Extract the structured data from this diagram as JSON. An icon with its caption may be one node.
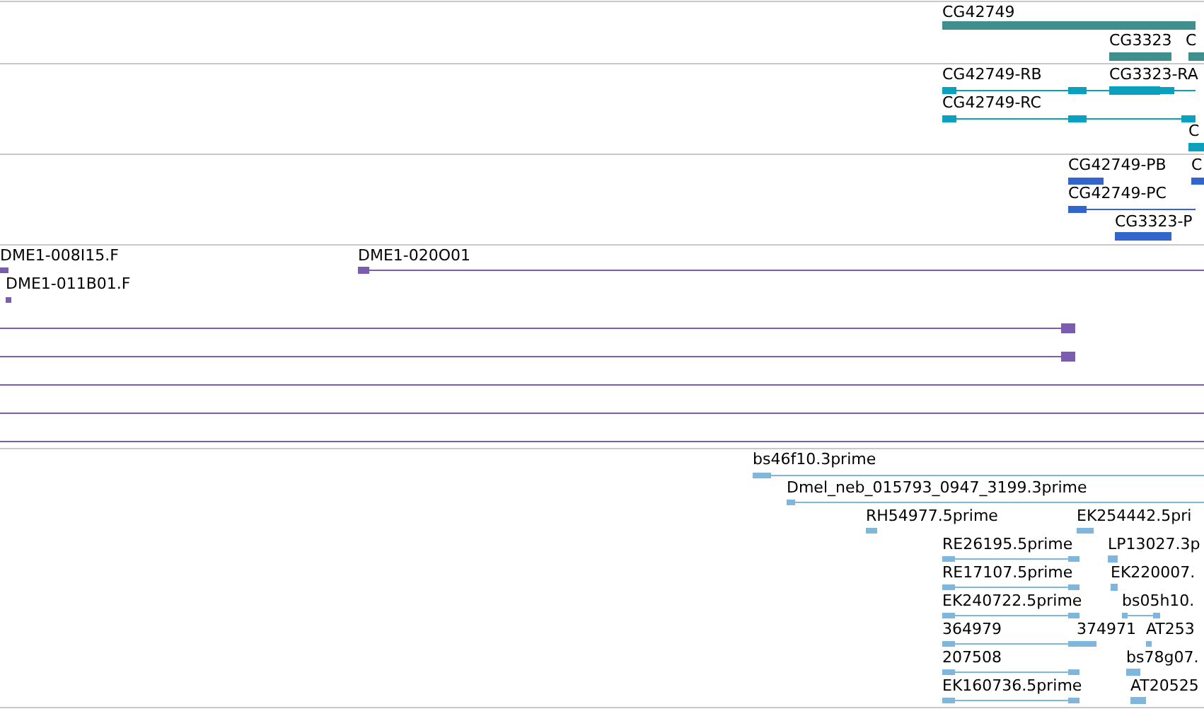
{
  "diagram": {
    "labels": [
      "CG42749",
      "CG3323",
      "C",
      "CG42749-RB",
      "CG3323-RA",
      "CG42749-RC",
      "C",
      "CG42749-PB",
      "C",
      "CG42749-PC",
      "CG3323-P",
      "DME1-008I15.F",
      "DME1-020O01",
      "DME1-011B01.F",
      "bs46f10.3prime",
      "Dmel_neb_015793_0947_3199.3prime",
      "RH54977.5prime",
      "EK254442.5pri",
      "RE26195.5prime",
      "LP13027.3p",
      "RE17107.5prime",
      "EK220007.",
      "EK240722.5prime",
      "bs05h10.",
      "364979",
      "374971",
      "AT253",
      "207508",
      "bs78g07.",
      "EK160736.5prime",
      "AT20525"
    ]
  }
}
